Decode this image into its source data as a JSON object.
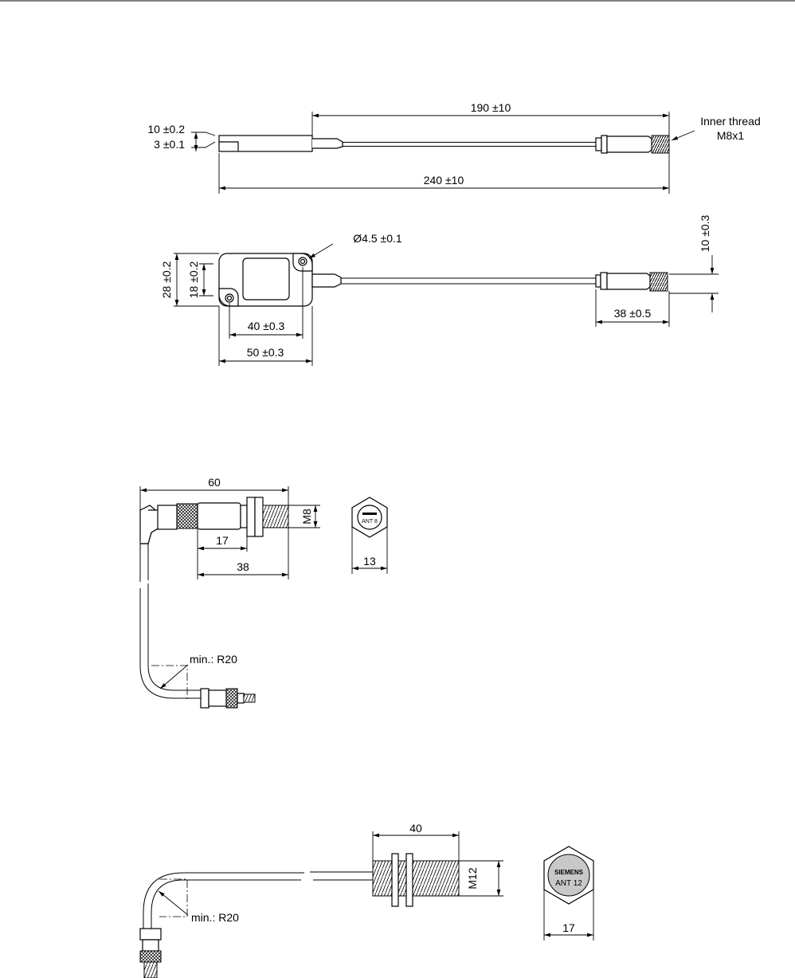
{
  "diagram1": {
    "dim_cable_length": "190 ±10",
    "dim_height_outer": "10 ±0.2",
    "dim_height_inner": "3 ±0.1",
    "dim_total_length": "240 ±10",
    "thread_label_line1": "Inner thread",
    "thread_label_line2": "M8x1",
    "dim_hole": "Ø4.5 ±0.1",
    "dim_width_outer": "28 ±0.2",
    "dim_width_inner": "18 ±0.2",
    "dim_hole_spacing": "40 ±0.3",
    "dim_body_length": "50 ±0.3",
    "dim_connector_length": "38 ±0.5",
    "dim_connector_dia": "10 ±0.3"
  },
  "diagram2": {
    "dim_overall": "60",
    "dim_thread": "M8",
    "dim_body": "17",
    "dim_length": "38",
    "dim_hex": "13",
    "face_label": "ANT 8",
    "bend_radius": "min.: R20"
  },
  "diagram3": {
    "dim_length": "40",
    "dim_thread": "M12",
    "dim_hex": "17",
    "brand_label": "SIEMENS",
    "face_label": "ANT 12",
    "bend_radius": "min.: R20"
  }
}
